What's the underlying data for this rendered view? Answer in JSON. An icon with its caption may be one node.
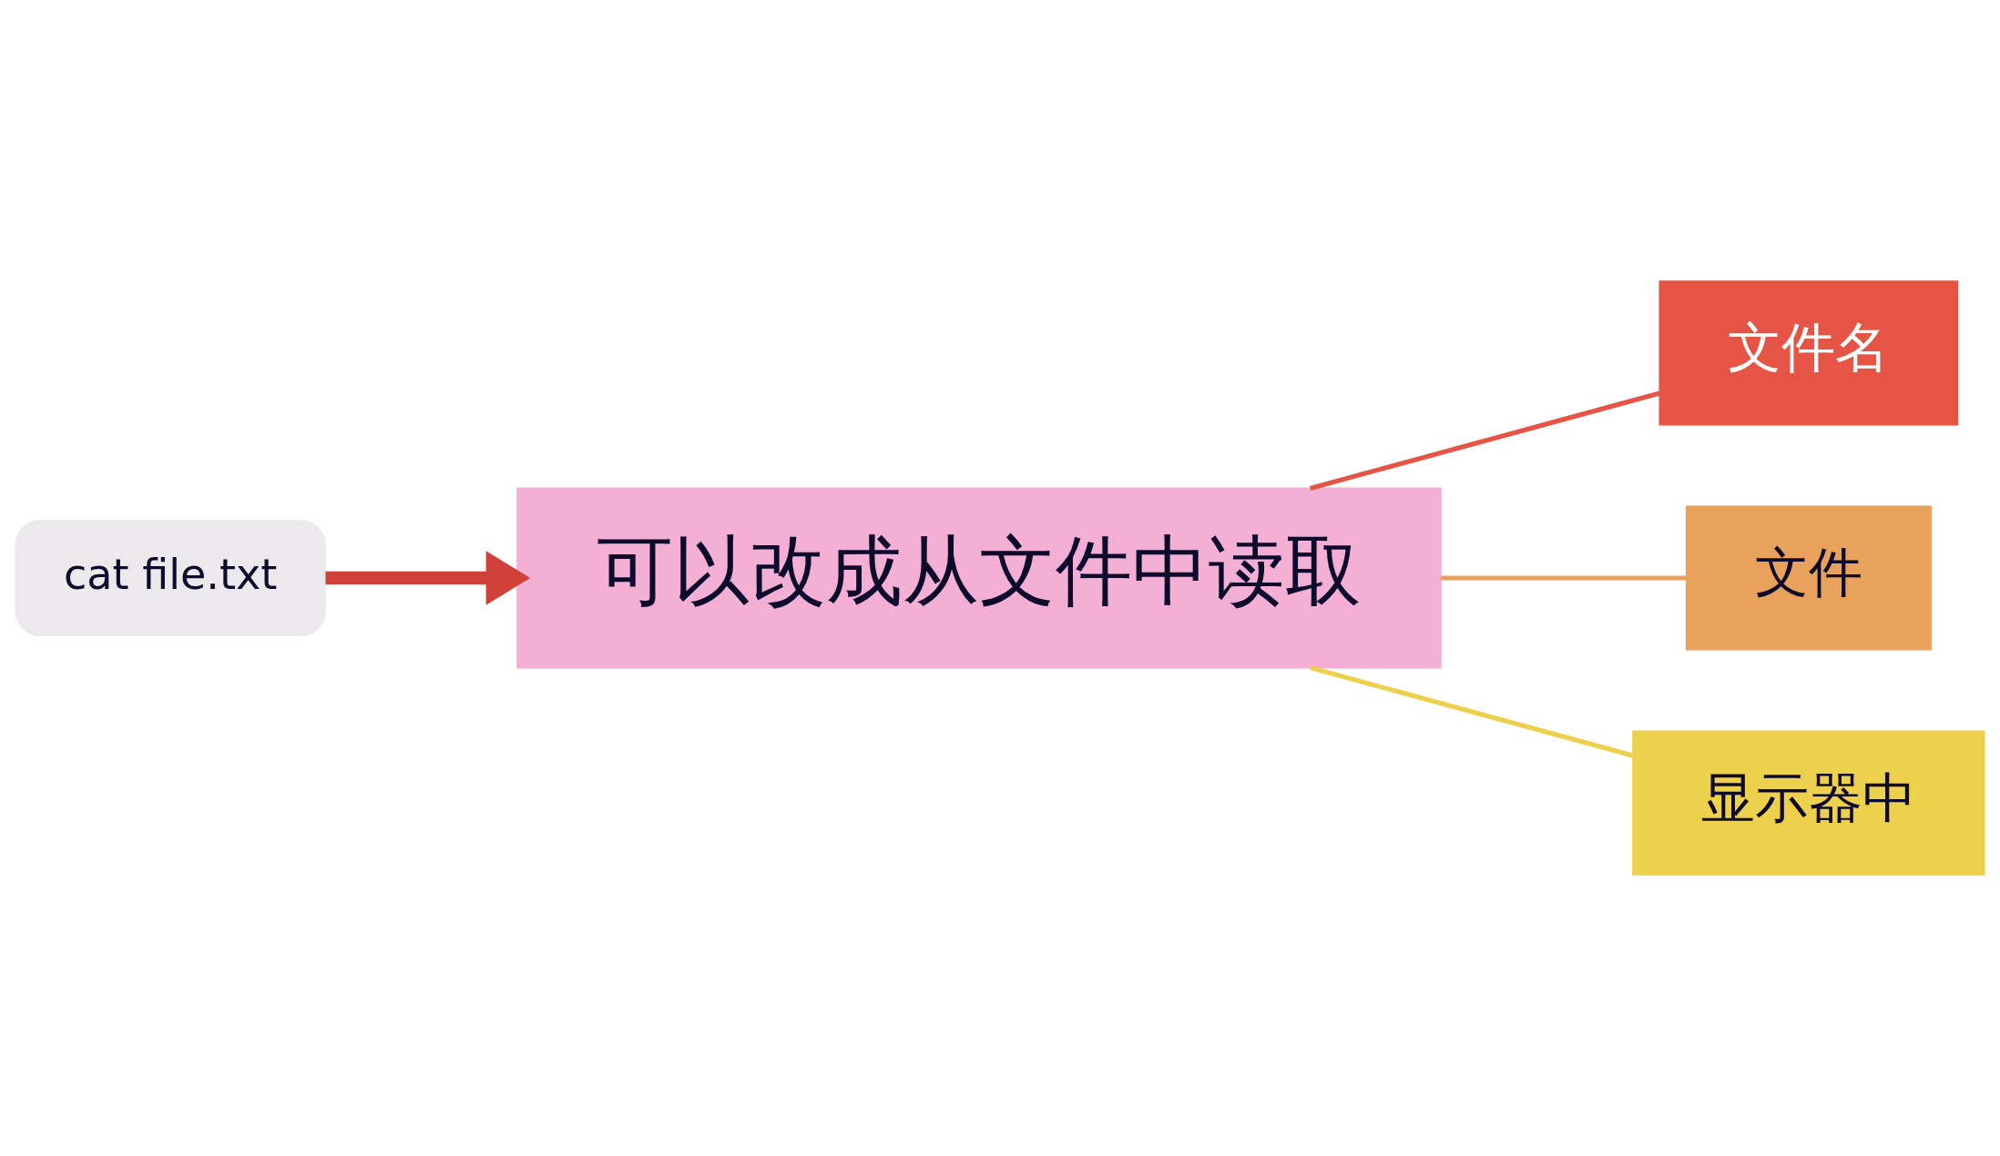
{
  "diagram": {
    "nodes": [
      {
        "text": [
          "cat file.txt"
        ]
      },
      {
        "text": [
          "可以改成从文件中读取"
        ]
      },
      {
        "text": [
          "文件名"
        ]
      },
      {
        "text": [
          "文件"
        ]
      },
      {
        "text": [
          "显示器中"
        ]
      }
    ],
    "edges": [
      {
        "from": 0,
        "to": 1,
        "arrow": "to",
        "style": "thick",
        "color": "#d0413a"
      },
      {
        "from": 1,
        "to": 2,
        "arrow": "none",
        "color": "#e55444"
      },
      {
        "from": 1,
        "to": 3,
        "arrow": "none",
        "color": "#e8a25c"
      },
      {
        "from": 1,
        "to": 4,
        "arrow": "none",
        "color": "#edd04b"
      }
    ]
  }
}
